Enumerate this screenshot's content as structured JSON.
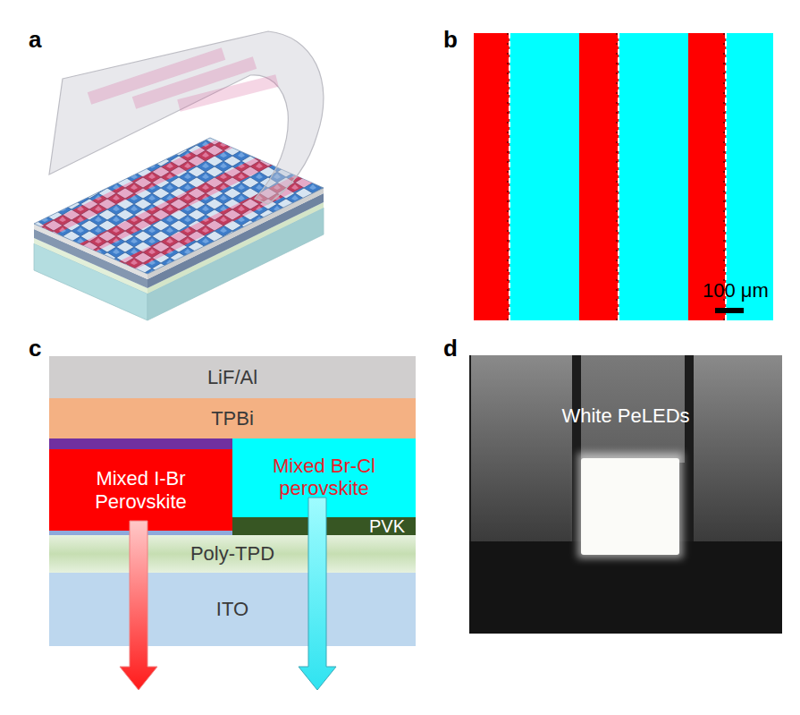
{
  "diagram": {
    "nodes": [
      {
        "text": [
          "LiF/Al"
        ]
      },
      {
        "text": [
          "TPBi"
        ]
      },
      {
        "text": [
          "Mixed I-Br Perovskite"
        ]
      },
      {
        "text": [
          "Mixed Br-Cl perovskite"
        ]
      },
      {
        "text": [
          "PVK"
        ]
      },
      {
        "text": [
          "Poly-TPD"
        ]
      },
      {
        "text": [
          "ITO"
        ]
      }
    ],
    "labels": [
      "a",
      "b",
      "100 μm",
      "c",
      "d",
      "White PeLEDs"
    ]
  }
}
